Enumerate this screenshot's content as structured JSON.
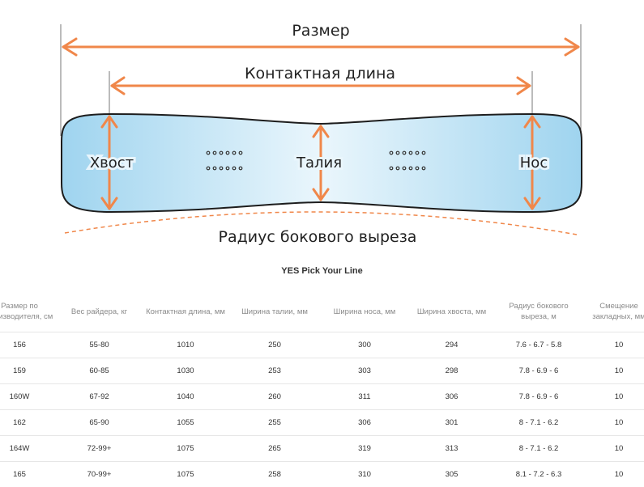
{
  "diagram": {
    "labels": {
      "size": "Размер",
      "contact_length": "Контактная длина",
      "tail": "Хвост",
      "waist": "Талия",
      "nose": "Нос",
      "sidecut_radius": "Радиус бокового выреза"
    },
    "colors": {
      "arrow": "#f0874a",
      "board_fill_edge": "#9fd4ef",
      "board_fill_center": "#eaf6fc",
      "board_outline": "#1d1d1d",
      "guide_line": "#777777",
      "insert_holes": "#333333"
    }
  },
  "table": {
    "title": "YES Pick Your Line",
    "headers": [
      "Размер по производителя, см",
      "Вес райдера, кг",
      "Контактная длина, мм",
      "Ширина талии, мм",
      "Ширина носа, мм",
      "Ширина хвоста, мм",
      "Радиус бокового выреза, м",
      "Смещение закладных, мм"
    ],
    "rows": [
      [
        "156",
        "55-80",
        "1010",
        "250",
        "300",
        "294",
        "7.6 - 6.7 - 5.8",
        "10"
      ],
      [
        "159",
        "60-85",
        "1030",
        "253",
        "303",
        "298",
        "7.8 - 6.9 - 6",
        "10"
      ],
      [
        "160W",
        "67-92",
        "1040",
        "260",
        "311",
        "306",
        "7.8 - 6.9 - 6",
        "10"
      ],
      [
        "162",
        "65-90",
        "1055",
        "255",
        "306",
        "301",
        "8 - 7.1 - 6.2",
        "10"
      ],
      [
        "164W",
        "72-99+",
        "1075",
        "265",
        "319",
        "313",
        "8 - 7.1 - 6.2",
        "10"
      ],
      [
        "165",
        "70-99+",
        "1075",
        "258",
        "310",
        "305",
        "8.1 - 7.2 - 6.3",
        "10"
      ]
    ]
  }
}
